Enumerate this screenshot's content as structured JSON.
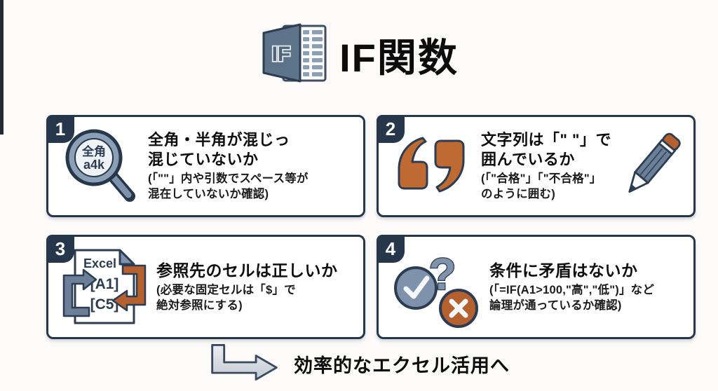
{
  "colors": {
    "navy": "#26374b",
    "slate": "#7e93ab",
    "orange": "#bf6a33",
    "background": "#fcfbf9",
    "card_bg": "#ffffff"
  },
  "header": {
    "title": "IF関数",
    "icon": "excel-if-icon",
    "icon_label": "IF"
  },
  "cards": [
    {
      "number": "1",
      "icon": "magnifier-icon",
      "icon_lines": [
        "全角",
        "a4k"
      ],
      "title_lines": [
        "全角・半角が混じっ",
        "混じていないか"
      ],
      "note_lines": [
        "(「\"\"」内や引数でスペース等が",
        "混在していないか確認)"
      ]
    },
    {
      "number": "2",
      "icon": "quotes-icon",
      "side_icon": "pencil-icon",
      "title_lines": [
        "文字列は「\" \"」で",
        "囲んでいるか"
      ],
      "note_lines": [
        "(「\"合格\"」「\"不合格\"」",
        "のように囲む)"
      ]
    },
    {
      "number": "3",
      "icon": "excel-document-icon",
      "doc_title": "Excel",
      "doc_refs": [
        "[A1]",
        "[C5]"
      ],
      "title_lines": [
        "参照先のセルは正しいか"
      ],
      "note_lines": [
        "(必要な固定セルは「$」で",
        "絶対参照にする)"
      ]
    },
    {
      "number": "4",
      "icon": "check-question-cross-icon",
      "question_glyph": "?",
      "title_lines": [
        "条件に矛盾はないか"
      ],
      "note_lines": [
        "(「=IF(A1>100,\"高\",\"低\")」など",
        "論理が通っているか確認)"
      ]
    }
  ],
  "footer": {
    "arrow_icon": "bent-right-arrow-icon",
    "text": "効率的なエクセル活用へ"
  }
}
